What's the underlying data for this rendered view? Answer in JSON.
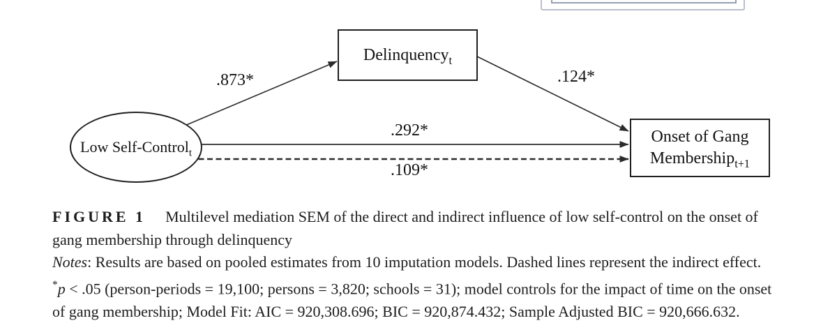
{
  "colors": {
    "background": "#ffffff",
    "diagram_line": "#2b2b2b",
    "node_border": "#1f1f1f",
    "text": "#1c1c1c",
    "widget_border_outer": "#b9c0cd",
    "widget_border_inner": "#96a0b3"
  },
  "diagram": {
    "nodes": {
      "low_self_control": {
        "shape": "ellipse",
        "label": "Low Self-Control",
        "subscript": "t"
      },
      "delinquency": {
        "shape": "rect",
        "label": "Delinquency",
        "subscript": "t"
      },
      "onset_gang_membership": {
        "shape": "rect",
        "label_line1": "Onset of Gang",
        "label_line2": "Membership",
        "subscript": "t+1"
      }
    },
    "paths": {
      "lsc_to_delinquency": {
        "coefficient": ".873*",
        "style": "solid"
      },
      "delinquency_to_onset": {
        "coefficient": ".124*",
        "style": "solid"
      },
      "direct_effect": {
        "coefficient": ".292*",
        "style": "solid"
      },
      "indirect_effect": {
        "coefficient": ".109*",
        "style": "dashed"
      }
    }
  },
  "caption": {
    "figure_label": "FIGURE 1",
    "title_line1": "Multilevel mediation SEM of the direct and indirect influence of low self-control on the onset of",
    "title_line2": "gang membership through delinquency",
    "notes_label": "Notes",
    "notes_line1": ": Results are based on pooled estimates from 10 imputation models. Dashed lines represent the indirect effect.",
    "sig_star": "*",
    "sig_p": "p",
    "notes_line2": " < .05 (person-periods = 19,100; persons = 3,820; schools = 31); model controls for the impact of time on the onset",
    "notes_line3": "of gang membership; Model Fit: AIC = 920,308.696; BIC = 920,874.432; Sample Adjusted BIC = 920,666.632."
  }
}
